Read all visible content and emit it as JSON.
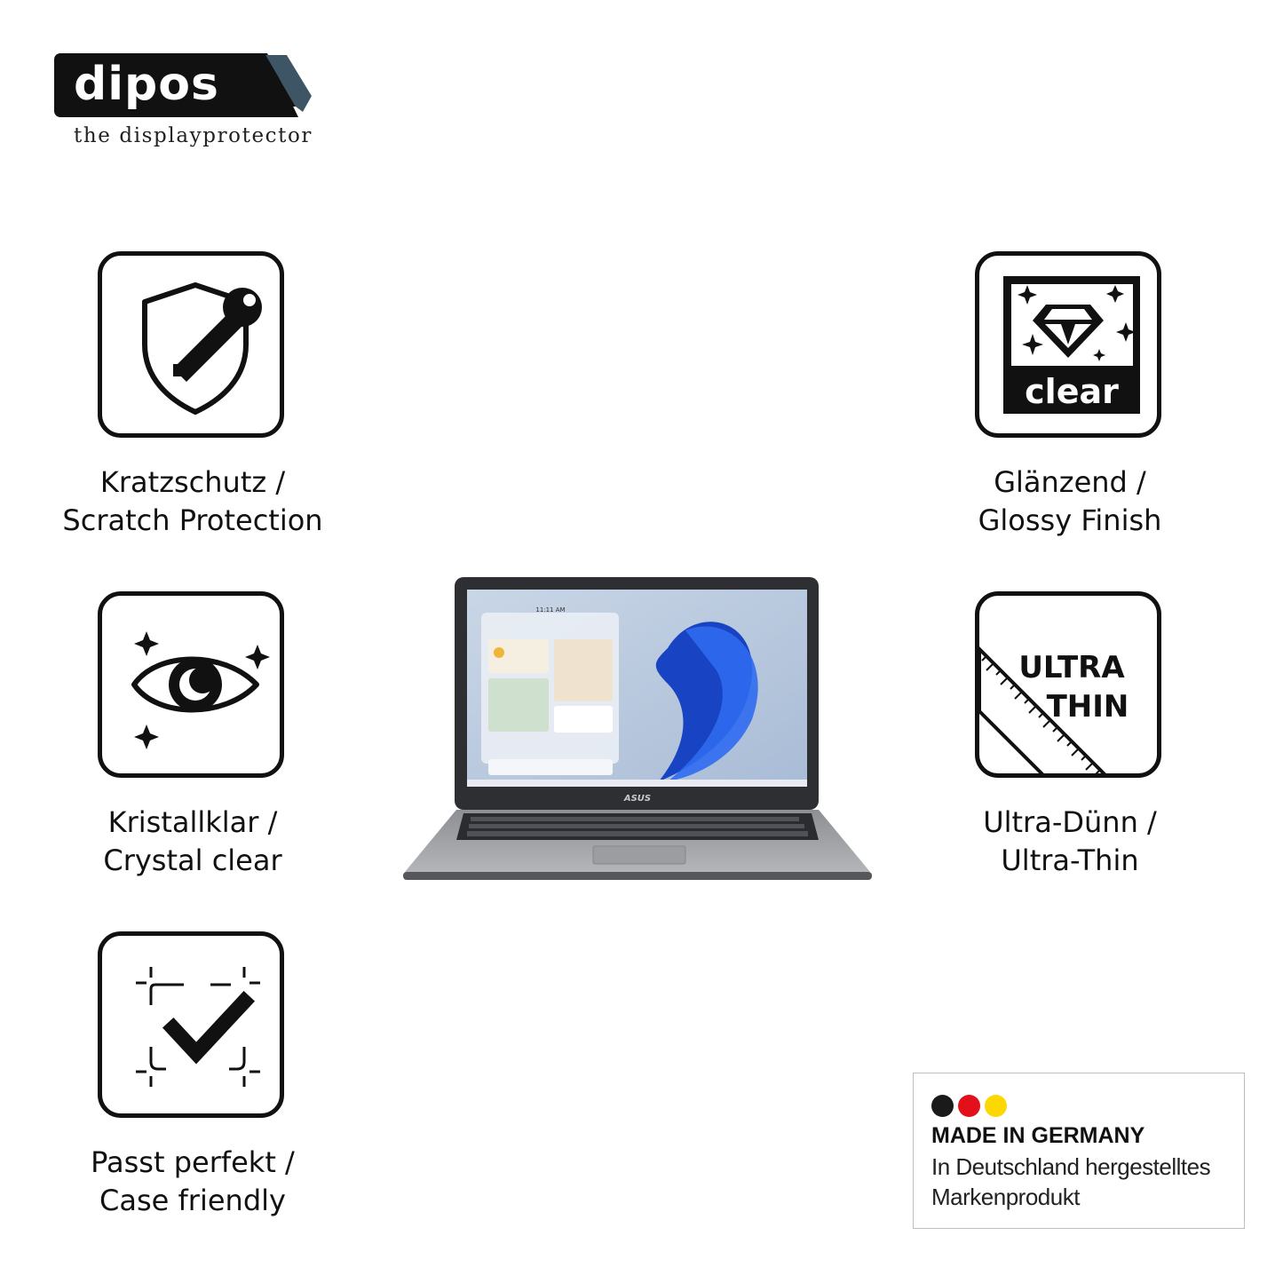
{
  "logo": {
    "name": "dipos",
    "tagline": "the displayprotector"
  },
  "features": [
    {
      "id": "scratch",
      "icon": "shield-key-icon",
      "line1": "Kratzschutz /",
      "line2": "Scratch Protection"
    },
    {
      "id": "glossy",
      "icon": "diamond-clear-icon",
      "icon_text": "clear",
      "line1": "Glänzend /",
      "line2": "Glossy Finish"
    },
    {
      "id": "crystal",
      "icon": "eye-sparkle-icon",
      "line1": "Kristallklar /",
      "line2": "Crystal clear"
    },
    {
      "id": "thin",
      "icon": "ruler-ultra-thin-icon",
      "icon_text_1": "ULTRA",
      "icon_text_2": "THIN",
      "line1": "Ultra-Dünn /",
      "line2": "Ultra-Thin"
    },
    {
      "id": "case",
      "icon": "frame-checkmark-icon",
      "line1": "Passt perfekt /",
      "line2": "Case friendly"
    }
  ],
  "product": {
    "image": "laptop-image",
    "brand": "ASUS",
    "screen_time": "11:11 AM"
  },
  "badge": {
    "flag_colors": [
      "#1a1a1a",
      "#e3101b",
      "#fcd800"
    ],
    "title": "MADE IN GERMANY",
    "line1": "In Deutschland hergestelltes",
    "line2": "Markenprodukt"
  }
}
